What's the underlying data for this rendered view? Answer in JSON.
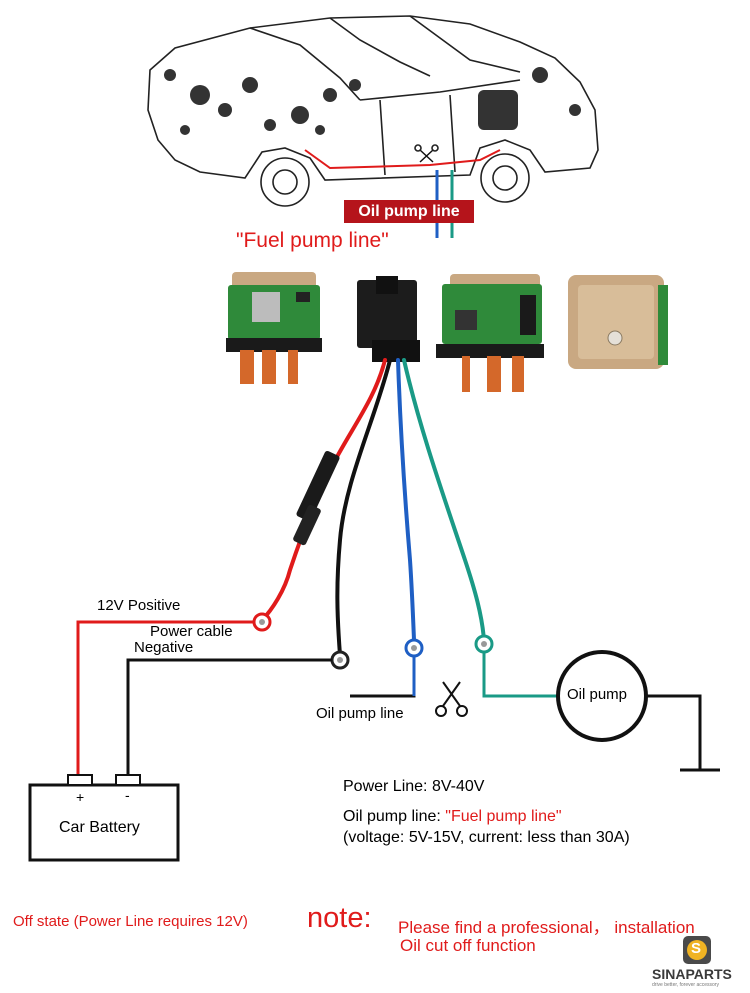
{
  "header": {
    "oil_pump_line_banner": "Oil pump line",
    "fuel_pump_line_label": "\"Fuel pump line\""
  },
  "wiring": {
    "positive_label": "12V Positive",
    "power_cable_label": "Power cable",
    "negative_label": "Negative",
    "oil_pump_line_label": "Oil pump line",
    "oil_pump_label": "Oil pump",
    "battery_label": "Car Battery",
    "battery_plus": "+",
    "battery_minus": "-"
  },
  "specs": {
    "power_line": "Power Line: 8V-40V",
    "oil_line_prefix": "Oil pump line: ",
    "oil_line_highlight": "\"Fuel pump line\"",
    "voltage_current": "(voltage: 5V-15V, current: less than 30A)"
  },
  "footer": {
    "off_state": "Off state (Power Line requires 12V)",
    "note_label": "note:",
    "note_line1": "Please find a professional， installation",
    "note_line2": "Oil cut off function"
  },
  "brand": {
    "logo_letter": "S",
    "name": "SINAPARTS",
    "tagline": "drive better, forever accessory"
  },
  "colors": {
    "red_wire": "#e01b1b",
    "blue_wire": "#1f5fc4",
    "green_wire": "#1a9a86",
    "black_wire": "#111111",
    "banner_red": "#b5141b",
    "pcb_green": "#2f8a3a",
    "gps_tan": "#c9a882"
  }
}
